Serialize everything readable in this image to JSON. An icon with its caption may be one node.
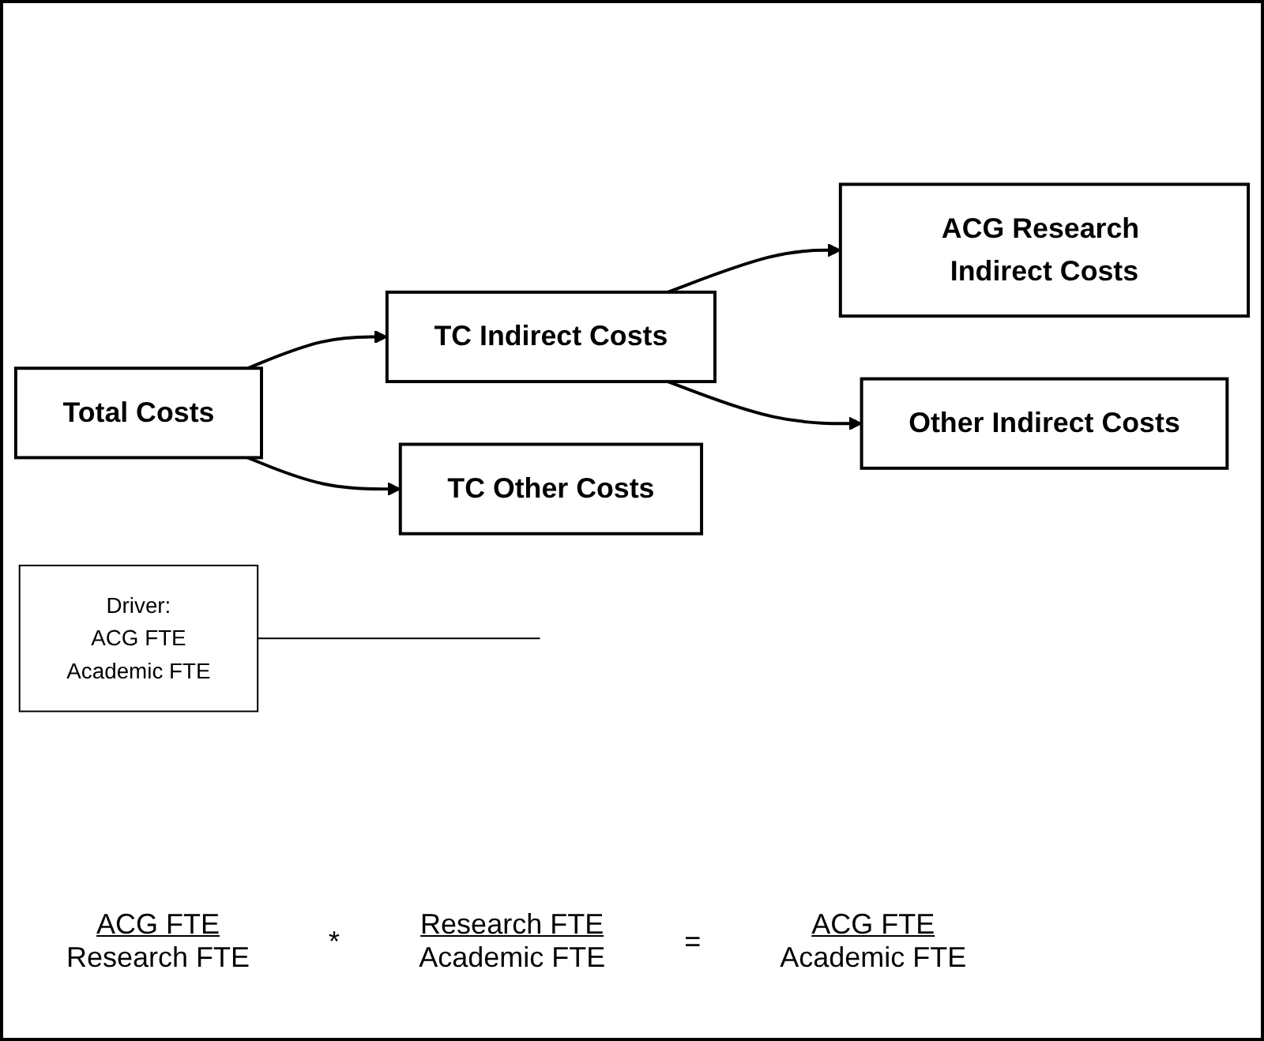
{
  "diagram": {
    "nodes": [
      {
        "text": [
          "Total Costs"
        ]
      },
      {
        "text": [
          "TC Indirect Costs"
        ]
      },
      {
        "text": [
          "TC Other Costs"
        ]
      },
      {
        "text": [
          "ACG Research Indirect Costs"
        ]
      },
      {
        "text": [
          "Other Indirect Costs"
        ]
      },
      {
        "text": [
          "Driver:",
          "ACG FTE",
          "Academic FTE"
        ]
      }
    ],
    "edges": [
      {
        "from": 0,
        "to": 1,
        "arrow": "to"
      },
      {
        "from": 0,
        "to": 2,
        "arrow": "to"
      },
      {
        "from": 1,
        "to": 3,
        "arrow": "to"
      },
      {
        "from": 1,
        "to": 4,
        "arrow": "to"
      },
      {
        "from": 5,
        "to": null,
        "arrow": "none"
      }
    ],
    "labels": [
      "ACG FTE",
      "Research FTE",
      "*",
      "Research FTE",
      "Academic FTE",
      "=",
      "ACG FTE",
      "Academic FTE"
    ]
  }
}
